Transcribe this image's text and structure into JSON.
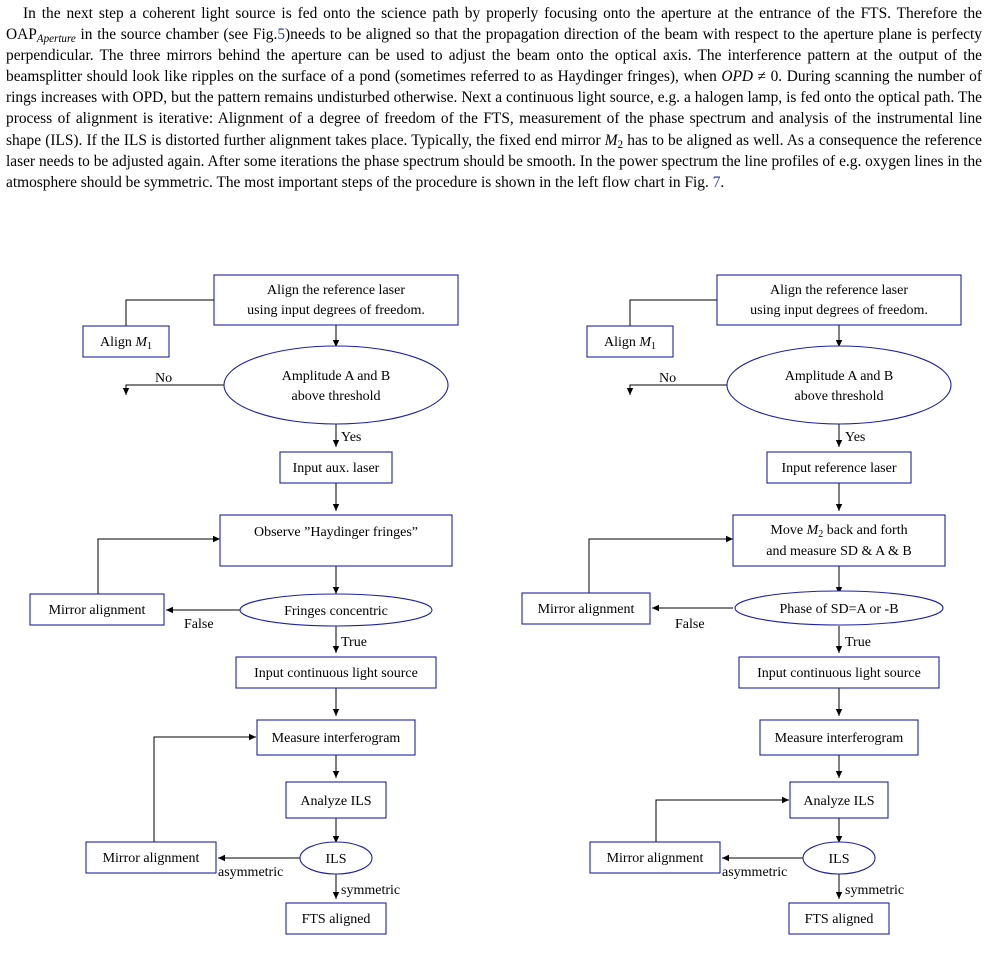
{
  "paragraph": {
    "s1": "In the next step a coherent light source is fed onto the science path by properly focusing onto the aperture at the entrance of the FTS. Therefore the OAP",
    "s1_sub": "Aperture",
    "s2": " in the source chamber (see Fig.",
    "ref_fig5": "5",
    "s3": ")needs to be aligned so that the propagation direction of the beam with respect to the aperture plane is perfecty perpendicular. The three mirrors behind the aperture can be used to adjust the beam onto the optical axis. The interference pattern at the output of the beamsplitter should look like ripples on the surface of a pond (sometimes referred to as Haydinger fringes), when ",
    "opd": "OPD",
    "s4": " ≠ 0. During scanning the number of rings increases with OPD, but the pattern remains undisturbed otherwise. Next a continuous light source, e.g. a halogen lamp, is fed onto the optical path. The process of alignment is iterative: Alignment of a degree of freedom of the FTS, measurement of the phase spectrum and analysis of the instrumental line shape (ILS). If the ILS is distorted further alignment takes place. Typically, the fixed end mirror ",
    "m2_var": "M",
    "m2_sub": "2",
    "s5": " has to be aligned as well. As a consequence the reference laser needs to be adjusted again. After some iterations the phase spectrum should be smooth. In the power spectrum the line profiles of e.g. oxygen lines in the atmosphere should be symmetric. The most important steps of the procedure is shown in the left flow chart in Fig. ",
    "ref_fig7": "7",
    "s6": "."
  },
  "colors": {
    "node_border": "#1f22a5",
    "link": "#2b3fb8",
    "edge": "#000000"
  },
  "left_chart": {
    "start_line1": "Align the reference laser",
    "start_line2": "using input degrees of freedom.",
    "align_m1": "Align ",
    "align_m1_var": "M",
    "align_m1_sub": "1",
    "amp_line1": "Amplitude A and B",
    "amp_line2": "above threshold",
    "no": "No",
    "yes": "Yes",
    "input_step": "Input aux. laser",
    "observe": "Observe ”Haydinger fringes”",
    "mirror1": "Mirror alignment",
    "decision2": "Fringes concentric",
    "false": "False",
    "true": "True",
    "cont": "Input continuous light source",
    "measure": "Measure interferogram",
    "analyze": "Analyze ILS",
    "ils": "ILS",
    "mirror2": "Mirror alignment",
    "asym": "asymmetric",
    "sym": "symmetric",
    "aligned": "FTS aligned"
  },
  "right_chart": {
    "start_line1": "Align the reference laser",
    "start_line2": "using input degrees of freedom.",
    "align_m1": "Align ",
    "align_m1_var": "M",
    "align_m1_sub": "1",
    "amp_line1": "Amplitude A and B",
    "amp_line2": "above threshold",
    "no": "No",
    "yes": "Yes",
    "input_step": "Input reference laser",
    "move_line1_a": "Move ",
    "move_line1_var": "M",
    "move_line1_sub": "2",
    "move_line1_b": " back and forth",
    "move_line2": "and measure SD & A & B",
    "mirror1": "Mirror alignment",
    "decision2": "Phase of SD=A or -B",
    "false": "False",
    "true": "True",
    "cont": "Input continuous light source",
    "measure": "Measure interferogram",
    "analyze": "Analyze ILS",
    "ils": "ILS",
    "mirror2": "Mirror alignment",
    "asym": "asymmetric",
    "sym": "symmetric",
    "aligned": "FTS aligned"
  }
}
